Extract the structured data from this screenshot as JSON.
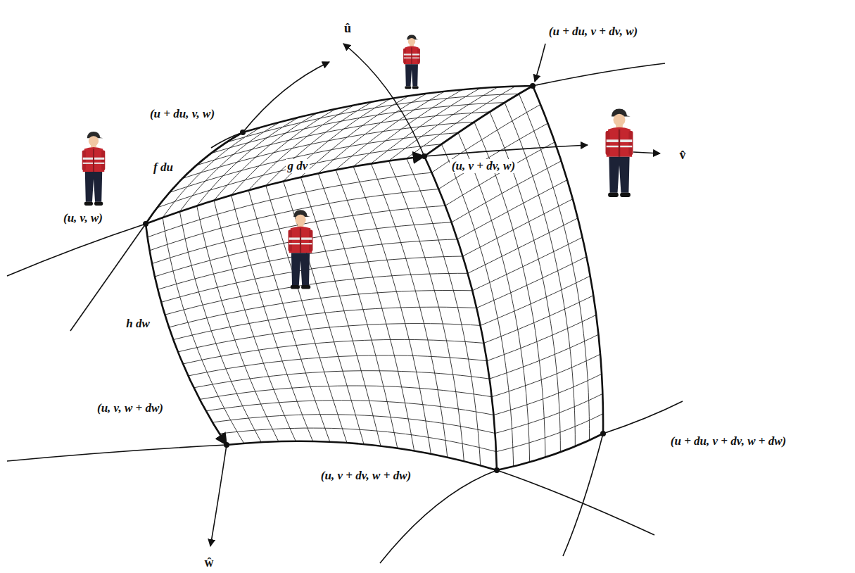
{
  "diagram": {
    "labels": [
      "(u + du, v + dv, w)",
      "û",
      "(u + du, v, w)",
      "f du",
      "g dv",
      "(u, v + dv, w)",
      "v̂",
      "(u, v, w)",
      "h dw",
      "(u, v, w + dw)",
      "(u + du, v + dv, w + dw)",
      "(u, v + dv, w + dw)",
      "ŵ"
    ]
  }
}
